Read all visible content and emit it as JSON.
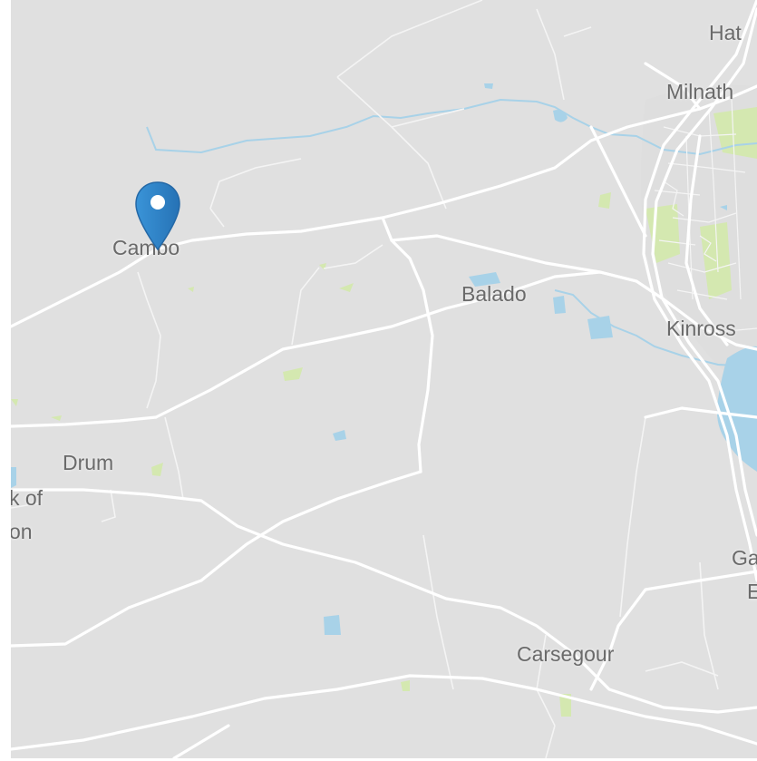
{
  "map": {
    "colors": {
      "land": "#e0e0e0",
      "road": "#ffffff",
      "minor_road": "#f4f4f4",
      "water": "#a8d2e8",
      "park": "#d4e8b0",
      "label": "#6a6a6a",
      "marker": "#2f84cb"
    },
    "places": {
      "cambo": "Cambo",
      "balado": "Balado",
      "drum": "Drum",
      "kinross": "Kinross",
      "milnathort": "Milnath",
      "hatton": "Hat",
      "carsegour": "Carsegour",
      "kirk_of_line1": "k of",
      "kirk_of_line2": "on",
      "ga_line1": "Ga",
      "ga_line2": "E"
    },
    "marker": {
      "icon": "map-pin-icon",
      "location": "Cambo"
    }
  }
}
